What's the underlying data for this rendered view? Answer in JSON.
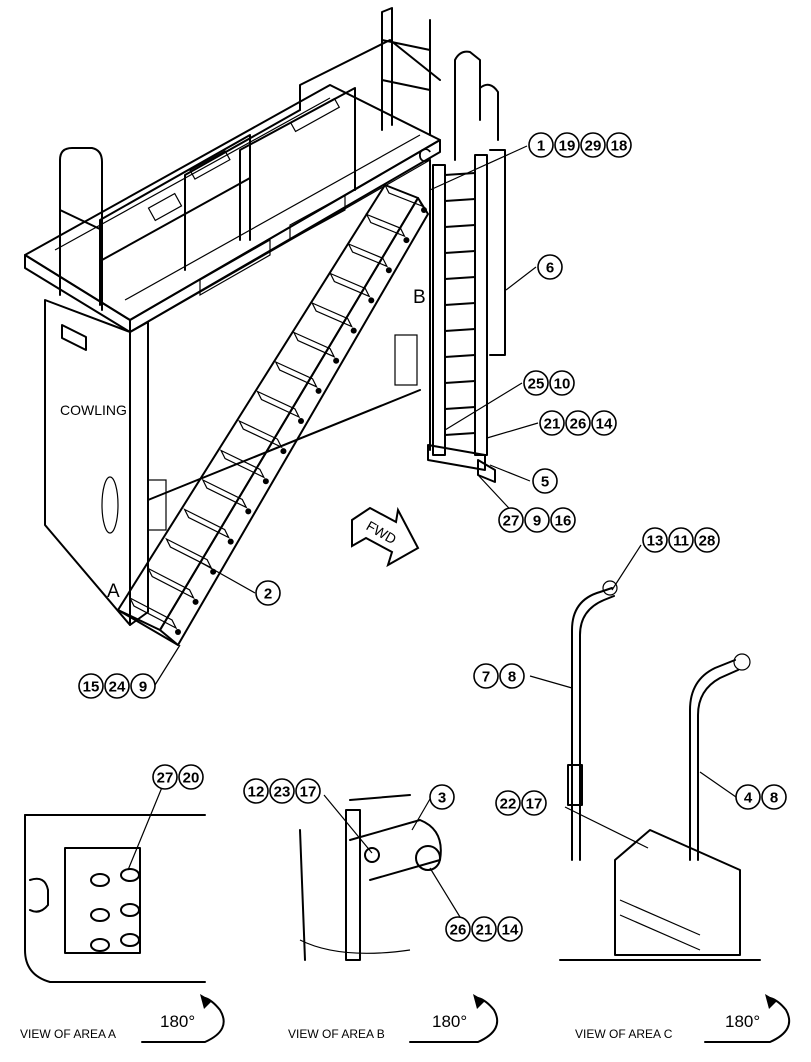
{
  "colors": {
    "line": "#000000",
    "background": "#ffffff"
  },
  "labels": {
    "cowling": "COWLING",
    "fwd": "FWD",
    "area_a": "A",
    "area_b": "B",
    "area_c": "C"
  },
  "callout_groups": [
    [
      "1",
      "19",
      "29",
      "18"
    ],
    [
      "6"
    ],
    [
      "25",
      "10"
    ],
    [
      "21",
      "26",
      "14"
    ],
    [
      "5"
    ],
    [
      "27",
      "9",
      "16"
    ],
    [
      "2"
    ],
    [
      "15",
      "24",
      "9"
    ],
    [
      "13",
      "11",
      "28"
    ],
    [
      "7",
      "8"
    ],
    [
      "4",
      "8"
    ],
    [
      "22",
      "17"
    ],
    [
      "27",
      "20"
    ],
    [
      "12",
      "23",
      "17"
    ],
    [
      "3"
    ],
    [
      "26",
      "21",
      "14"
    ]
  ],
  "views": [
    {
      "caption": "VIEW OF AREA A",
      "rotation": "180°"
    },
    {
      "caption": "VIEW OF AREA B",
      "rotation": "180°"
    },
    {
      "caption": "VIEW OF AREA C",
      "rotation": "180°"
    }
  ]
}
